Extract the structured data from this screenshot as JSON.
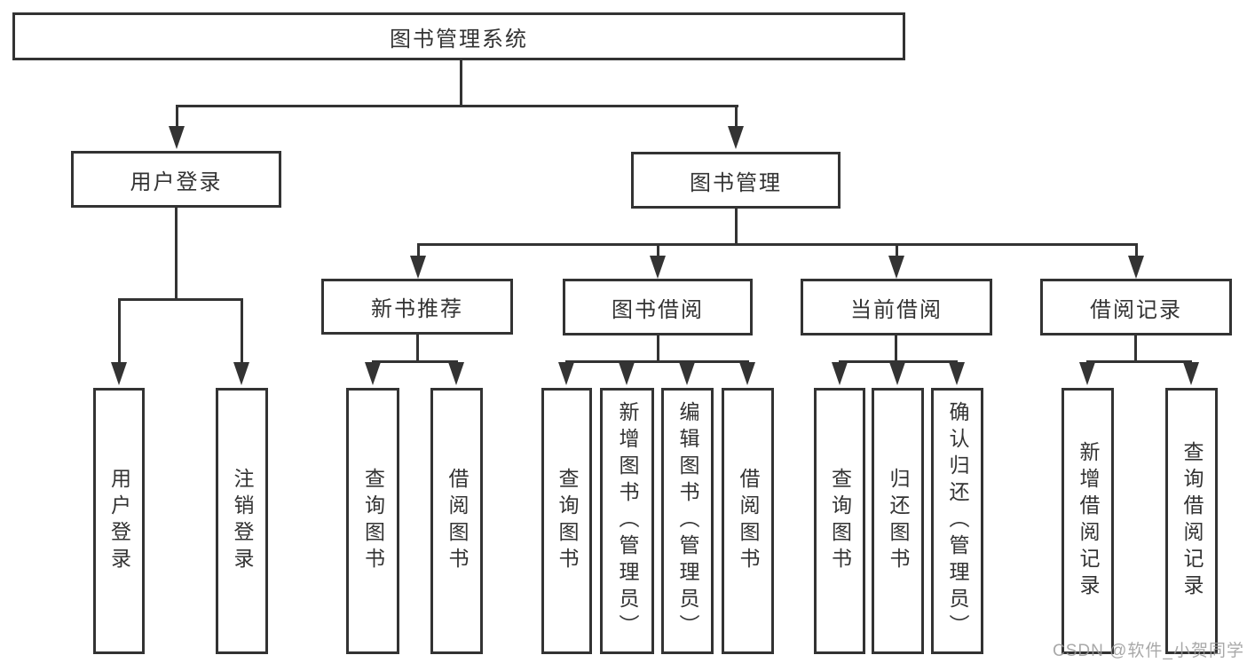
{
  "colors": {
    "line": "#333333",
    "text": "#333333",
    "bg": "#ffffff",
    "watermark": "#9a9a9a"
  },
  "watermark": "CSDN @软件_小贺同学",
  "tree": {
    "label": "图书管理系统",
    "children": [
      {
        "label": "用户登录",
        "children": [
          {
            "label": "用户登录"
          },
          {
            "label": "注销登录"
          }
        ]
      },
      {
        "label": "图书管理",
        "children": [
          {
            "label": "新书推荐",
            "children": [
              {
                "label": "查询图书"
              },
              {
                "label": "借阅图书"
              }
            ]
          },
          {
            "label": "图书借阅",
            "children": [
              {
                "label": "查询图书"
              },
              {
                "label": "新增图书（管理员）"
              },
              {
                "label": "编辑图书（管理员）"
              },
              {
                "label": "借阅图书"
              }
            ]
          },
          {
            "label": "当前借阅",
            "children": [
              {
                "label": "查询图书"
              },
              {
                "label": "归还图书"
              },
              {
                "label": "确认归还（管理员）"
              }
            ]
          },
          {
            "label": "借阅记录",
            "children": [
              {
                "label": "新增借阅记录"
              },
              {
                "label": "查询借阅记录"
              }
            ]
          }
        ]
      }
    ]
  }
}
